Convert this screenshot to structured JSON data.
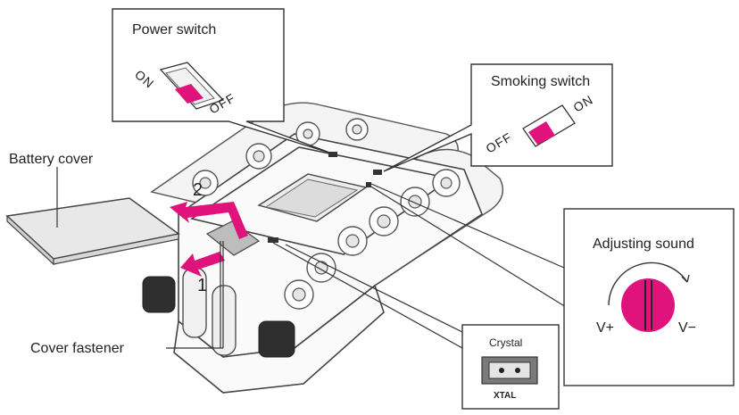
{
  "labels": {
    "power_switch": "Power switch",
    "smoking_switch": "Smoking switch",
    "battery_cover": "Battery cover",
    "adjusting_sound": "Adjusting sound",
    "cover_fastener": "Cover fastener",
    "crystal": "Crystal",
    "xtal": "XTAL"
  },
  "switch_states": {
    "on": "ON",
    "off": "OFF"
  },
  "sound": {
    "plus": "V+",
    "minus": "V−"
  },
  "steps": {
    "step1": "1",
    "step2": "2"
  },
  "colors": {
    "accent": "#e0127c",
    "line": "#333333"
  }
}
